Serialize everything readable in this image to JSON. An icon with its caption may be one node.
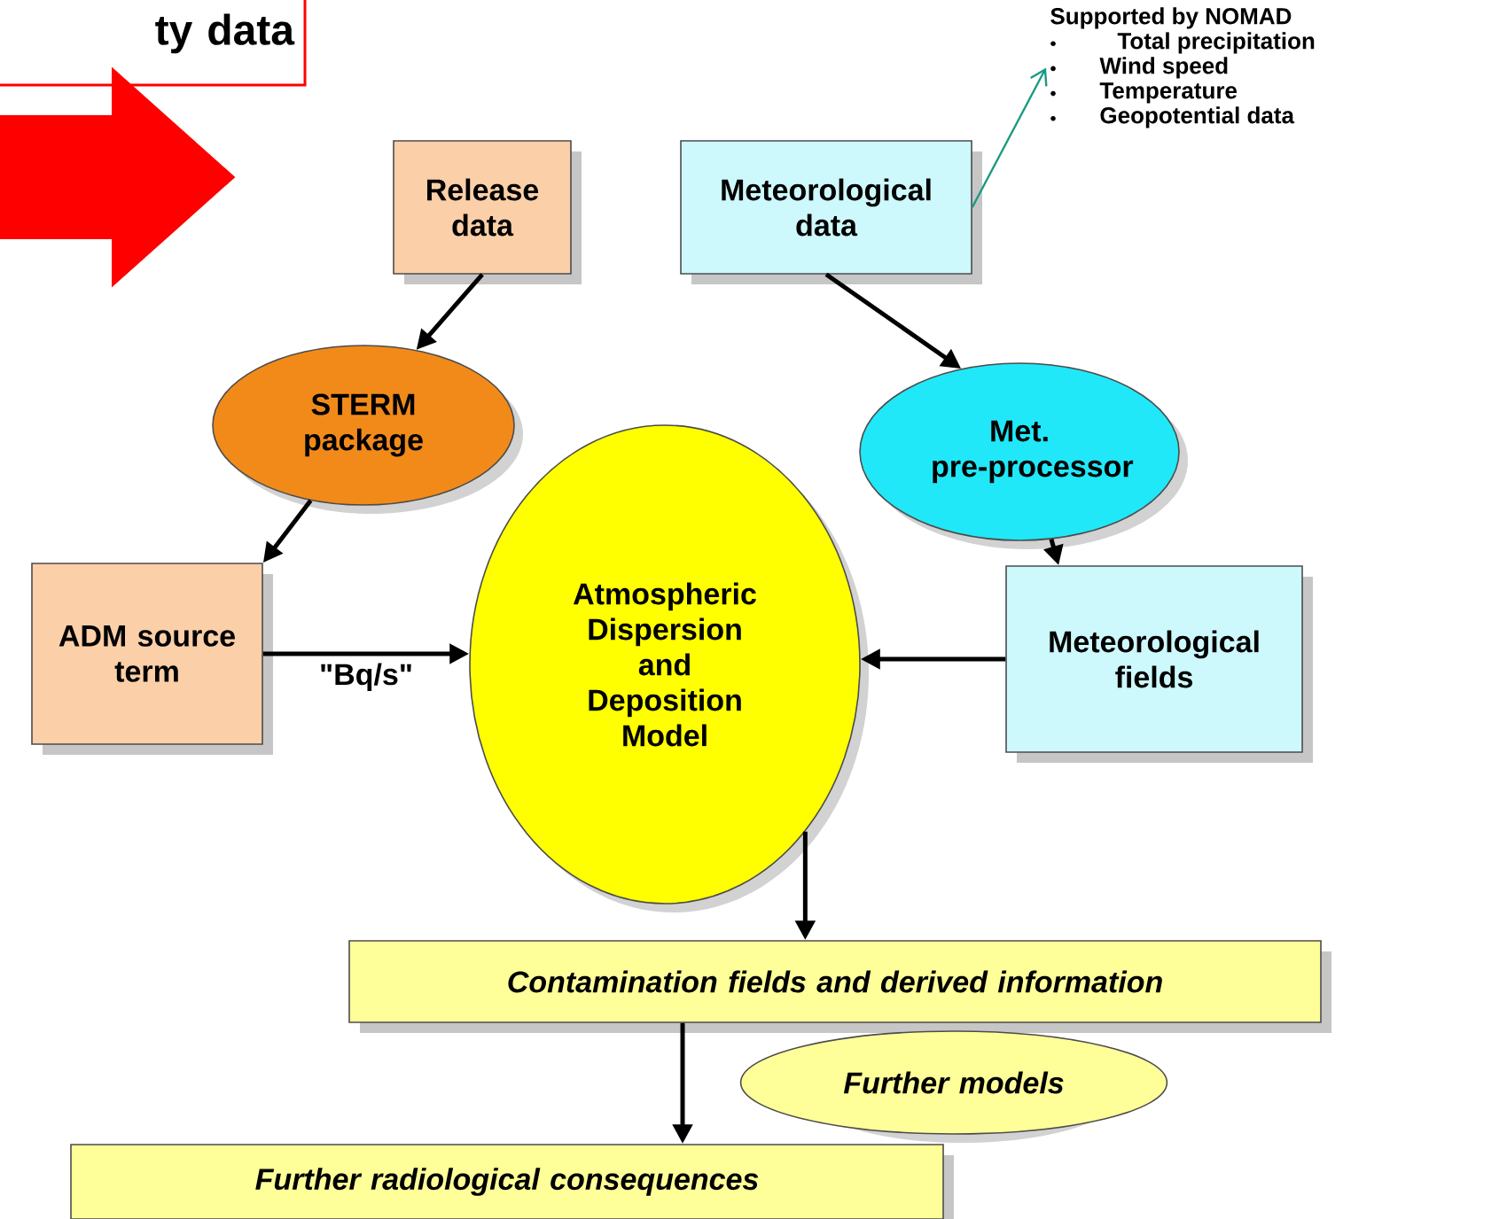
{
  "diagram": {
    "nodes": [
      {
        "text": [
          "ty data"
        ]
      },
      {
        "text": [
          "Release data"
        ]
      },
      {
        "text": [
          "Meteorological data"
        ]
      },
      {
        "text": [
          "Supported by NOMAD",
          "Total precipitation",
          "Wind speed",
          "Temperature",
          "Geopotential data"
        ]
      },
      {
        "text": [
          "STERM package"
        ]
      },
      {
        "text": [
          "Met. pre-processor"
        ]
      },
      {
        "text": [
          "Atmospheric Dispersion and Deposition Model"
        ]
      },
      {
        "text": [
          "ADM source term"
        ]
      },
      {
        "text": [
          "Meteorological fields"
        ]
      },
      {
        "text": [
          "Contamination fields and derived information"
        ]
      },
      {
        "text": [
          "Further models"
        ]
      },
      {
        "text": [
          "Further radiological consequences"
        ]
      }
    ],
    "edges": [
      {
        "from": 2,
        "to": 3,
        "arrow": "to",
        "color": "#1a9a80"
      },
      {
        "from": 1,
        "to": 4,
        "arrow": "to"
      },
      {
        "from": 2,
        "to": 5,
        "arrow": "to"
      },
      {
        "from": 4,
        "to": 7,
        "arrow": "to"
      },
      {
        "from": 5,
        "to": 8,
        "arrow": "to"
      },
      {
        "from": 7,
        "to": 6,
        "arrow": "to",
        "label": "\"Bq/s\""
      },
      {
        "from": 8,
        "to": 6,
        "arrow": "to"
      },
      {
        "from": 6,
        "to": 9,
        "arrow": "to"
      },
      {
        "from": 9,
        "to": 11,
        "arrow": "to"
      }
    ]
  }
}
